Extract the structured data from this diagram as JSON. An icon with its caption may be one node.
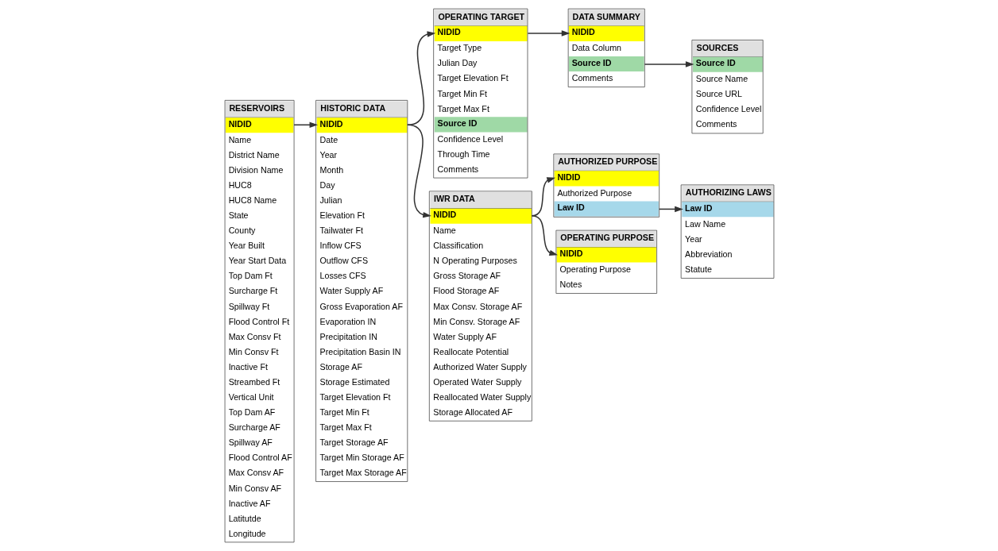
{
  "diagram": {
    "nodes": [
      {
        "text": [
          "RESERVOIRS",
          "NIDID",
          "Name",
          "District Name",
          "Division Name",
          "HUC8",
          "HUC8 Name",
          "State",
          "County",
          "Year Built",
          "Year Start Data",
          "Top Dam Ft",
          "Surcharge Ft",
          "Spillway Ft",
          "Flood Control Ft",
          "Max Consv Ft",
          "Min Consv Ft",
          "Inactive Ft",
          "Streambed Ft",
          "Vertical Unit",
          "Top Dam AF",
          "Surcharge AF",
          "Spillway AF",
          "Flood Control AF",
          "Max Consv AF",
          "Min Consv AF",
          "Inactive AF",
          "Latitutde",
          "Longitude"
        ]
      },
      {
        "text": [
          "HISTORIC DATA",
          "NIDID",
          "Date",
          "Year",
          "Month",
          "Day",
          "Julian",
          "Elevation Ft",
          "Tailwater Ft",
          "Inflow CFS",
          "Outflow CFS",
          "Losses CFS",
          "Water Supply AF",
          "Gross Evaporation AF",
          "Evaporation IN",
          "Precipitation IN",
          "Precipitation Basin IN",
          "Storage AF",
          "Storage Estimated",
          "Target Elevation Ft",
          "Target Min Ft",
          "Target Max Ft",
          "Target Storage AF",
          "Target Min Storage AF",
          "Target Max Storage AF"
        ]
      },
      {
        "text": [
          "OPERATING TARGET",
          "NIDID",
          "Target Type",
          "Julian Day",
          "Target Elevation Ft",
          "Target Min Ft",
          "Target Max Ft",
          "Source ID",
          "Confidence Level",
          "Through Time",
          "Comments"
        ]
      },
      {
        "text": [
          "DATA SUMMARY",
          "NIDID",
          "Data Column",
          "Source ID",
          "Comments"
        ]
      },
      {
        "text": [
          "SOURCES",
          "Source ID",
          "Source Name",
          "Source URL",
          "Confidence Level",
          "Comments"
        ]
      },
      {
        "text": [
          "IWR DATA",
          "NIDID",
          "Name",
          "Classification",
          "N Operating Purposes",
          "Gross Storage AF",
          "Flood Storage AF",
          "Max Consv. Storage AF",
          "Min Consv. Storage AF",
          "Water Supply AF",
          "Reallocate Potential",
          "Authorized Water Supply",
          "Operated Water Supply",
          "Reallocated Water Supply",
          "Storage Allocated AF"
        ]
      },
      {
        "text": [
          "AUTHORIZED PURPOSE",
          "NIDID",
          "Authorized Purpose",
          "Law ID"
        ]
      },
      {
        "text": [
          "OPERATING PURPOSE",
          "NIDID",
          "Operating Purpose",
          "Notes"
        ]
      },
      {
        "text": [
          "AUTHORIZING LAWS",
          "Law ID",
          "Law Name",
          "Year",
          "Abbreviation",
          "Statute"
        ]
      }
    ],
    "edges": [
      {
        "from": 0,
        "to": 1,
        "arrow": "to"
      },
      {
        "from": 1,
        "to": 2,
        "arrow": "to"
      },
      {
        "from": 1,
        "to": 5,
        "arrow": "to"
      },
      {
        "from": 2,
        "to": 3,
        "arrow": "to"
      },
      {
        "from": 3,
        "to": 4,
        "arrow": "to"
      },
      {
        "from": 5,
        "to": 6,
        "arrow": "to"
      },
      {
        "from": 5,
        "to": 7,
        "arrow": "to"
      },
      {
        "from": 6,
        "to": 8,
        "arrow": "to"
      }
    ]
  }
}
